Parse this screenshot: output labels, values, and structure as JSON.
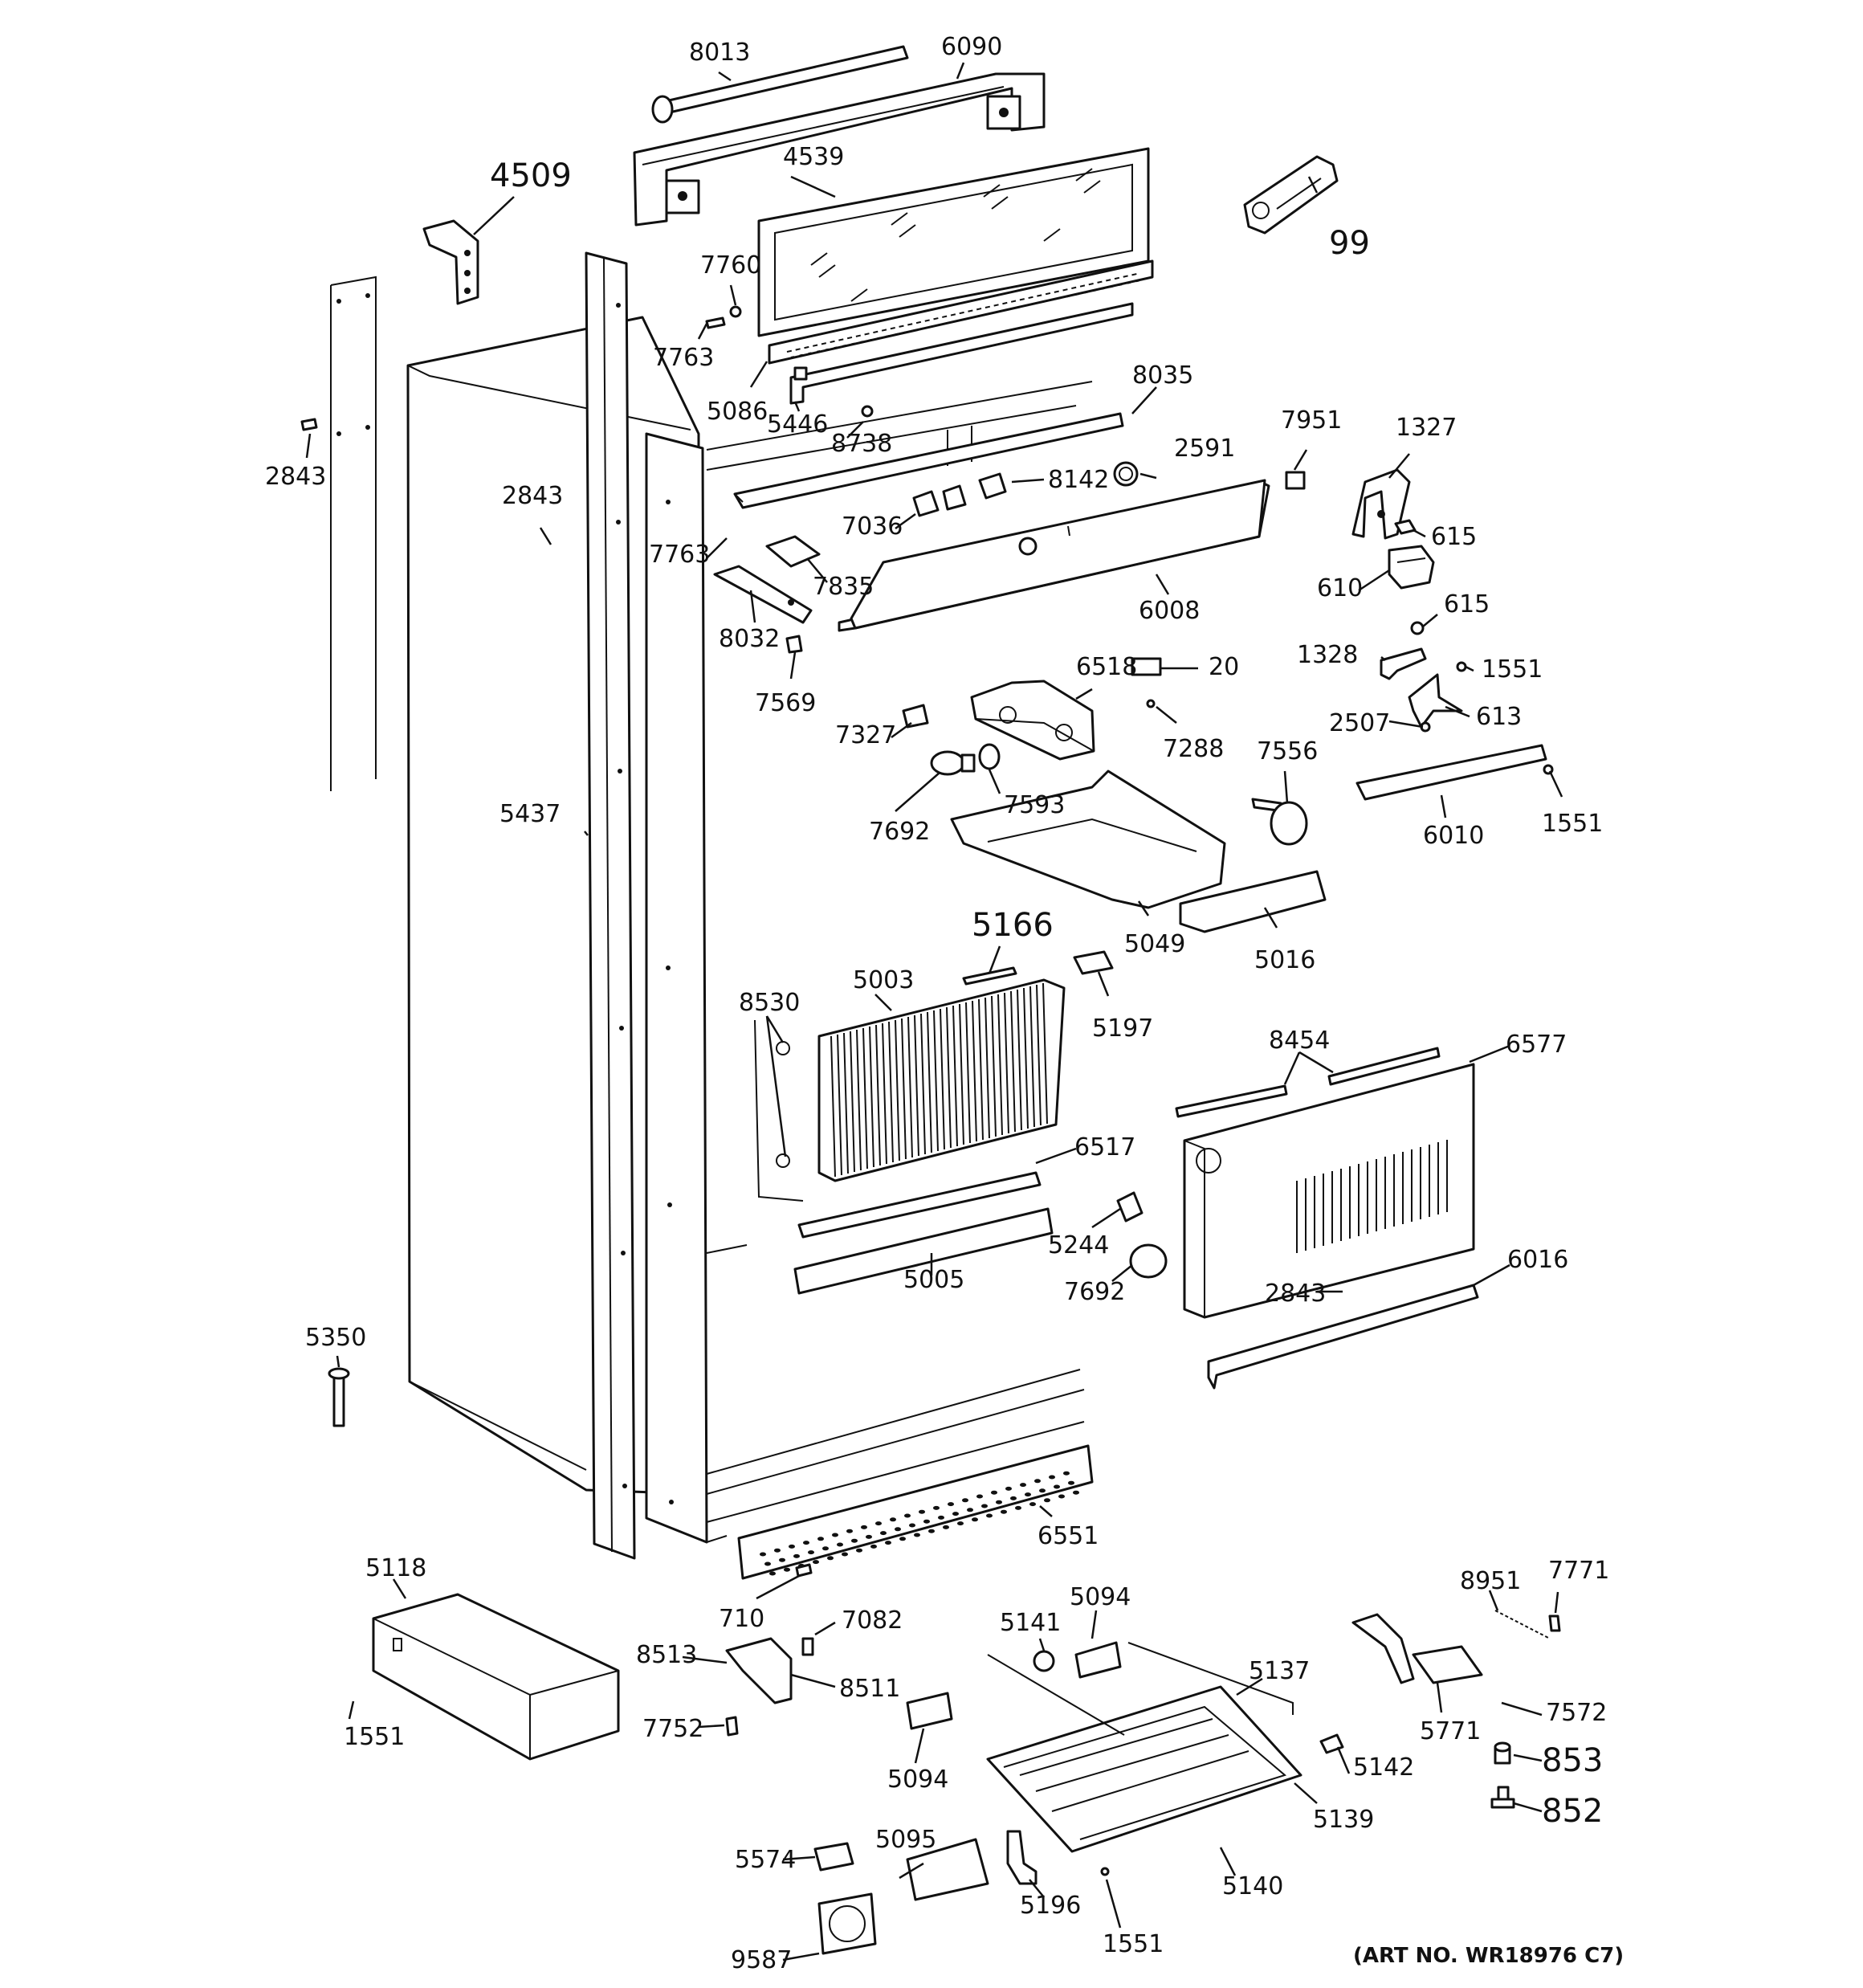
{
  "art_number": "(ART NO. WR18976 C7)",
  "callouts": [
    {
      "id": "p8013",
      "text": "8013"
    },
    {
      "id": "p6090",
      "text": "6090"
    },
    {
      "id": "p4509",
      "text": "4509"
    },
    {
      "id": "p4539",
      "text": "4539"
    },
    {
      "id": "p99",
      "text": "99"
    },
    {
      "id": "p7760",
      "text": "7760"
    },
    {
      "id": "p7763a",
      "text": "7763"
    },
    {
      "id": "p5086",
      "text": "5086"
    },
    {
      "id": "p5446",
      "text": "5446"
    },
    {
      "id": "p8738",
      "text": "8738"
    },
    {
      "id": "p8035",
      "text": "8035"
    },
    {
      "id": "p2843a",
      "text": "2843"
    },
    {
      "id": "p2843b",
      "text": "2843"
    },
    {
      "id": "p2591",
      "text": "2591"
    },
    {
      "id": "p7951",
      "text": "7951"
    },
    {
      "id": "p1327",
      "text": "1327"
    },
    {
      "id": "p8142",
      "text": "8142"
    },
    {
      "id": "p7036",
      "text": "7036"
    },
    {
      "id": "p7763b",
      "text": "7763"
    },
    {
      "id": "p7835",
      "text": "7835"
    },
    {
      "id": "p615a",
      "text": "615"
    },
    {
      "id": "p610",
      "text": "610"
    },
    {
      "id": "p6008",
      "text": "6008"
    },
    {
      "id": "p615b",
      "text": "615"
    },
    {
      "id": "p8032",
      "text": "8032"
    },
    {
      "id": "p1328",
      "text": "1328"
    },
    {
      "id": "p1551a",
      "text": "1551"
    },
    {
      "id": "p6518",
      "text": "6518"
    },
    {
      "id": "p20",
      "text": "20"
    },
    {
      "id": "p7569",
      "text": "7569"
    },
    {
      "id": "p2507",
      "text": "2507"
    },
    {
      "id": "p613",
      "text": "613"
    },
    {
      "id": "p7288",
      "text": "7288"
    },
    {
      "id": "p7327",
      "text": "7327"
    },
    {
      "id": "p7556",
      "text": "7556"
    },
    {
      "id": "p5437",
      "text": "5437"
    },
    {
      "id": "p7593",
      "text": "7593"
    },
    {
      "id": "p7692a",
      "text": "7692"
    },
    {
      "id": "p6010",
      "text": "6010"
    },
    {
      "id": "p1551b",
      "text": "1551"
    },
    {
      "id": "p5166",
      "text": "5166"
    },
    {
      "id": "p5049",
      "text": "5049"
    },
    {
      "id": "p5016",
      "text": "5016"
    },
    {
      "id": "p5003",
      "text": "5003"
    },
    {
      "id": "p8530",
      "text": "8530"
    },
    {
      "id": "p5197",
      "text": "5197"
    },
    {
      "id": "p8454",
      "text": "8454"
    },
    {
      "id": "p6577",
      "text": "6577"
    },
    {
      "id": "p6517",
      "text": "6517"
    },
    {
      "id": "p5244",
      "text": "5244"
    },
    {
      "id": "p5005",
      "text": "5005"
    },
    {
      "id": "p7692b",
      "text": "7692"
    },
    {
      "id": "p2843c",
      "text": "2843"
    },
    {
      "id": "p6016",
      "text": "6016"
    },
    {
      "id": "p5350",
      "text": "5350"
    },
    {
      "id": "p6551",
      "text": "6551"
    },
    {
      "id": "p5118",
      "text": "5118"
    },
    {
      "id": "p710",
      "text": "710"
    },
    {
      "id": "p7082",
      "text": "7082"
    },
    {
      "id": "p5094a",
      "text": "5094"
    },
    {
      "id": "p5141",
      "text": "5141"
    },
    {
      "id": "p8951",
      "text": "8951"
    },
    {
      "id": "p7771",
      "text": "7771"
    },
    {
      "id": "p8513",
      "text": "8513"
    },
    {
      "id": "p8511",
      "text": "8511"
    },
    {
      "id": "p5137",
      "text": "5137"
    },
    {
      "id": "p7572",
      "text": "7572"
    },
    {
      "id": "p1551c",
      "text": "1551"
    },
    {
      "id": "p7752",
      "text": "7752"
    },
    {
      "id": "p5094b",
      "text": "5094"
    },
    {
      "id": "p5142",
      "text": "5142"
    },
    {
      "id": "p5771",
      "text": "5771"
    },
    {
      "id": "p853",
      "text": "853"
    },
    {
      "id": "p5139",
      "text": "5139"
    },
    {
      "id": "p852",
      "text": "852"
    },
    {
      "id": "p5574",
      "text": "5574"
    },
    {
      "id": "p5095",
      "text": "5095"
    },
    {
      "id": "p5140",
      "text": "5140"
    },
    {
      "id": "p5196",
      "text": "5196"
    },
    {
      "id": "p9587",
      "text": "9587"
    },
    {
      "id": "p1551d",
      "text": "1551"
    }
  ]
}
